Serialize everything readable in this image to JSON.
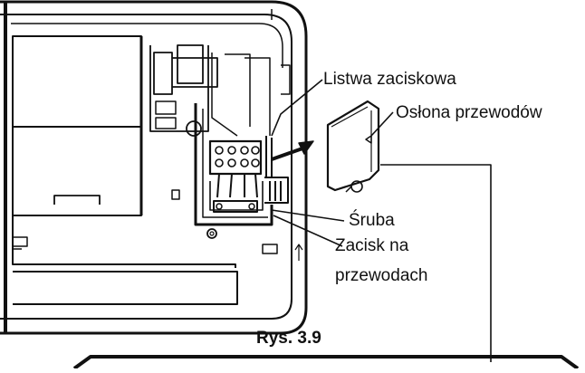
{
  "labels": {
    "terminal_strip": "Listwa zaciskowa",
    "wire_cover": "Osłona przewodów",
    "screw": "Śruba",
    "cable_clamp_line1": "Zacisk na",
    "cable_clamp_line2": "przewodach"
  },
  "caption": "Rys. 3.9",
  "colors": {
    "line": "#111111",
    "background": "#ffffff",
    "panel": "#ffffff"
  }
}
